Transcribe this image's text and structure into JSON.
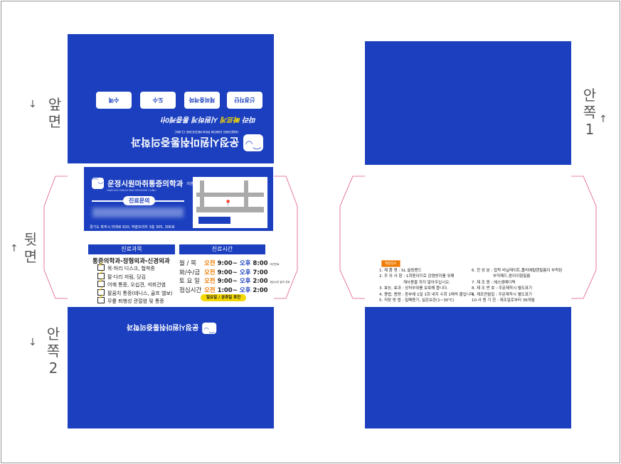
{
  "side_labels": {
    "front": "앞면",
    "back": "뒷면",
    "inside2": "안쪽 2",
    "inside1": "안쪽 1",
    "arrow_down": "↓",
    "arrow_up": "↑"
  },
  "clinic": {
    "name": "운정시원마취통증의학과",
    "suffix": "의원",
    "english": "UNJEONG SIWON PAIN MEDICINE CLINIC",
    "address": "경기도 파주시 미래로 820, 박솔프리자 3층 305, 306호",
    "contact_label": "진료문의"
  },
  "top_flap": {
    "tagline_prefix": "따라 ",
    "tagline_highlight": "빠르게",
    "tagline_suffix": " 시원하게 통증케어!",
    "buttons": [
      "신경차단",
      "체외충격파",
      "도수",
      "수액"
    ]
  },
  "departments": {
    "header": "진료과목",
    "title": "통증의학과-정형외과-신경외과",
    "items": [
      "목·허리 디스크, 협착증",
      "팔·다리 저림, 당김",
      "어깨 통증, 오십견, 석회건염",
      "팔꿈치 통증(테니스, 골프 엘보)",
      "무릎 퇴행성 관절염 및 통증"
    ]
  },
  "hours": {
    "header": "진료시간",
    "rows": [
      {
        "day": "월 / 목",
        "am": "오전",
        "start": "9:00~",
        "pm": "오후",
        "end": "8:00",
        "note": "야간진료"
      },
      {
        "day": "화/수/금",
        "am": "오전",
        "start": "9:00~",
        "pm": "오후",
        "end": "7:00",
        "note": ""
      },
      {
        "day": "토 요 일",
        "am": "오전",
        "start": "9:00~",
        "pm": "오후",
        "end": "2:00",
        "note": "점심시간 없이 진료"
      },
      {
        "day": "점심시간",
        "am": "오전",
        "start": "1:00~",
        "pm": "오후",
        "end": "2:00",
        "note": ""
      }
    ],
    "closed": "일요일 / 공휴일 휴진"
  },
  "product": {
    "badge": "제품정보",
    "left": [
      "1. 제 품 명 : SL 슬림밴드",
      "2. 주 의 사 항 : 1회용이므로 감염방지를 위해",
      "     재사용을 하지 말아주십시오.",
      "3. 효능, 효과 : 상처부위를 보호해 줍니다.",
      "4. 용법, 용량 : 환부에 1일 1회 내지 수회 1매씩 붙입니다.",
      "5. 저장 방 법 : 밀폐용기, 실온보관(1~30℃)"
    ],
    "right": [
      "6. 전 성 분 : 접착 비닐레이트,폴리에틸렌필름이 부착된",
      "     부직패드,종이이형필름",
      "7. 제 조 원 : 에스엠메디텍",
      "8. 제 조 번 호 : 주문제작시 별도표기",
      "9. 제조연월일 : 주문제작시 별도표기",
      "10.사 용 기 한 : 제조일로부터 36개월"
    ]
  },
  "colors": {
    "blue": "#1b3fbf",
    "yellow": "#f5d800",
    "orange": "#f07b00"
  }
}
